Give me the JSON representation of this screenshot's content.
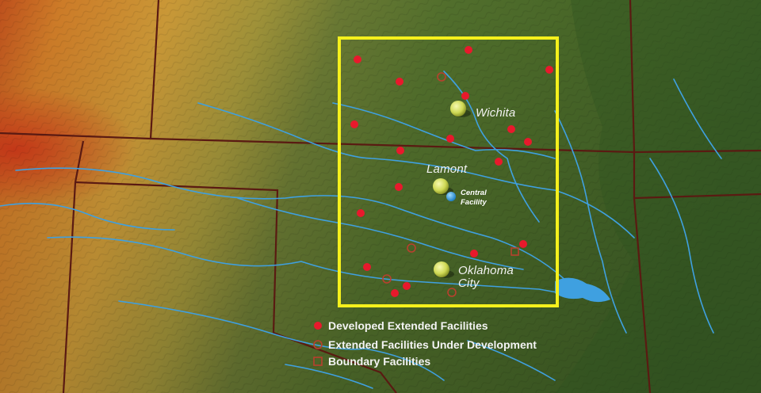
{
  "map": {
    "cities": [
      {
        "name": "Wichita"
      },
      {
        "name": "Lamont"
      },
      {
        "name": "Oklahoma City"
      }
    ],
    "central_facility": {
      "lines": [
        "Central",
        "Facility"
      ]
    },
    "legend": [
      {
        "label": "Developed Extended Facilities",
        "marker": "filled-dot",
        "color": "#e8192c"
      },
      {
        "label": "Extended Facilities Under Development",
        "marker": "ring",
        "color": "#b8402e"
      },
      {
        "label": "Boundary Facilities",
        "marker": "square-ring",
        "color": "#b8402e"
      }
    ],
    "colors": {
      "study_area_box": "#f5f01c",
      "rivers": "#3fa0e0",
      "state_lines": "#5a1a12",
      "city_marker": "#d9e36a",
      "central_facility": "#2aa6e6"
    }
  }
}
